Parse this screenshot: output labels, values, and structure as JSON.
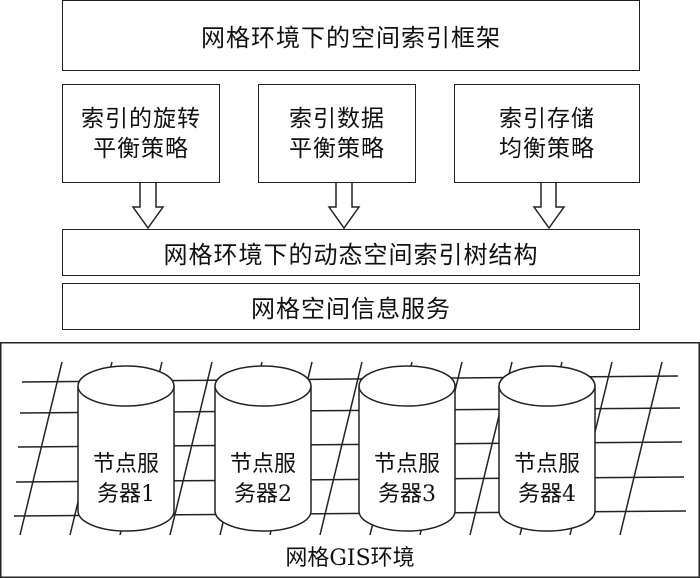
{
  "top_box": "网格环境下的空间索引框架",
  "strategies": [
    {
      "line1": "索引的旋转",
      "line2": "平衡策略"
    },
    {
      "line1": "索引数据",
      "line2": "平衡策略"
    },
    {
      "line1": "索引存储",
      "line2": "均衡策略"
    }
  ],
  "tree_box": "网格环境下的动态空间索引树结构",
  "service_box": "网格空间信息服务",
  "nodes": [
    {
      "line1": "节点服",
      "line2": "务器1"
    },
    {
      "line1": "节点服",
      "line2": "务器2"
    },
    {
      "line1": "节点服",
      "line2": "务器3"
    },
    {
      "line1": "节点服",
      "line2": "务器4"
    }
  ],
  "grid_label": "网格GIS环境",
  "colors": {
    "stroke": "#222222",
    "background": "#ffffff"
  }
}
